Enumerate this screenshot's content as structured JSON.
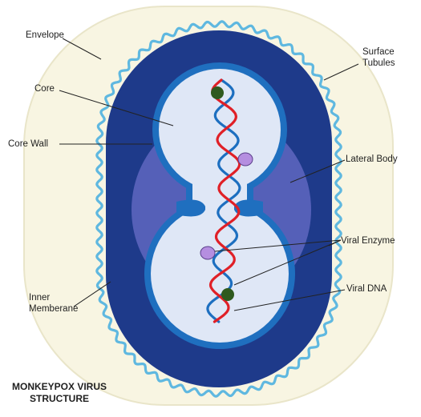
{
  "title_lines": [
    "MONKEYPOX VIRUS",
    "STRUCTURE"
  ],
  "labels": {
    "envelope": "Envelope",
    "core": "Core",
    "core_wall": "Core Wall",
    "inner_membrane_1": "Inner",
    "inner_membrane_2": "Memberane",
    "surface_tubules_1": "Surface",
    "surface_tubules_2": "Tubules",
    "lateral_body": "Lateral Body",
    "viral_enzyme": "Viral Enzyme",
    "viral_dna": "Viral DNA"
  },
  "colors": {
    "envelope_fill": "#f8f5e2",
    "envelope_stroke": "#e9e5c9",
    "tubules": "#5fb8e0",
    "outer_body": "#1e3a8a",
    "lateral_body": "#5560b8",
    "core_wall": "#1f6fbf",
    "core_fill": "#dfe7f6",
    "dna_red": "#e02027",
    "dna_blue": "#1d6fc0",
    "enzyme": "#b58ee0",
    "enzyme_dark": "#2f5a1e",
    "leader": "#222222"
  }
}
